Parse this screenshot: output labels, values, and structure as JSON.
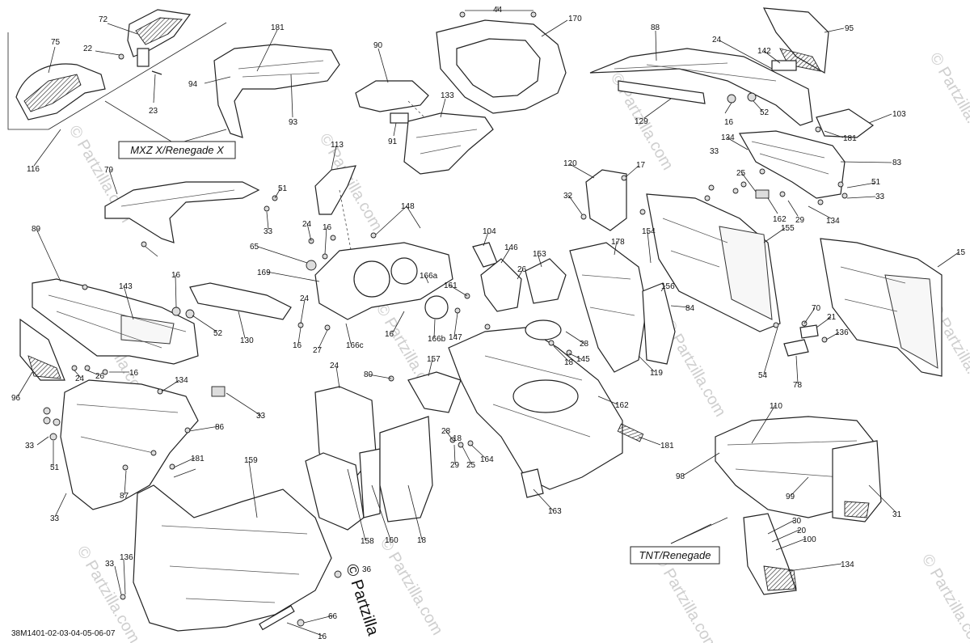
{
  "variant_labels": {
    "mxz_x": "MXZ X/Renegade X",
    "tnt": "TNT/Renegade"
  },
  "document_code": "38M1401-02-03-04-05-06-07",
  "brand_stamp": "© Partzilla",
  "watermark_text": "© Partzilla.com",
  "part_numbers": [
    "72",
    "75",
    "22",
    "23",
    "116",
    "181",
    "94",
    "93",
    "90",
    "91",
    "133",
    "44",
    "170",
    "88",
    "24",
    "142",
    "95",
    "16",
    "52",
    "129",
    "103",
    "181",
    "134",
    "33",
    "83",
    "17",
    "120",
    "32",
    "25",
    "162",
    "29",
    "134",
    "51",
    "33",
    "79",
    "51",
    "33",
    "113",
    "148",
    "24",
    "16",
    "65",
    "169",
    "89",
    "143",
    "16",
    "52",
    "130",
    "96",
    "24",
    "26",
    "16",
    "24",
    "16",
    "27",
    "166c",
    "166a",
    "166b",
    "16",
    "147",
    "104",
    "146",
    "26",
    "161",
    "153",
    "178",
    "154",
    "156",
    "84",
    "155",
    "119",
    "15",
    "70",
    "21",
    "136",
    "54",
    "78",
    "28",
    "18",
    "145",
    "157",
    "24",
    "80",
    "162",
    "33",
    "134",
    "33",
    "51",
    "86",
    "33",
    "181",
    "87",
    "159",
    "158",
    "160",
    "18",
    "28",
    "29",
    "25",
    "164",
    "163",
    "181",
    "110",
    "98",
    "99",
    "31",
    "30",
    "20",
    "100",
    "134",
    "33",
    "136",
    "36",
    "66",
    "16",
    "18"
  ],
  "colors": {
    "line": "#222222",
    "watermark": "#cfcfcf",
    "background": "#ffffff"
  }
}
